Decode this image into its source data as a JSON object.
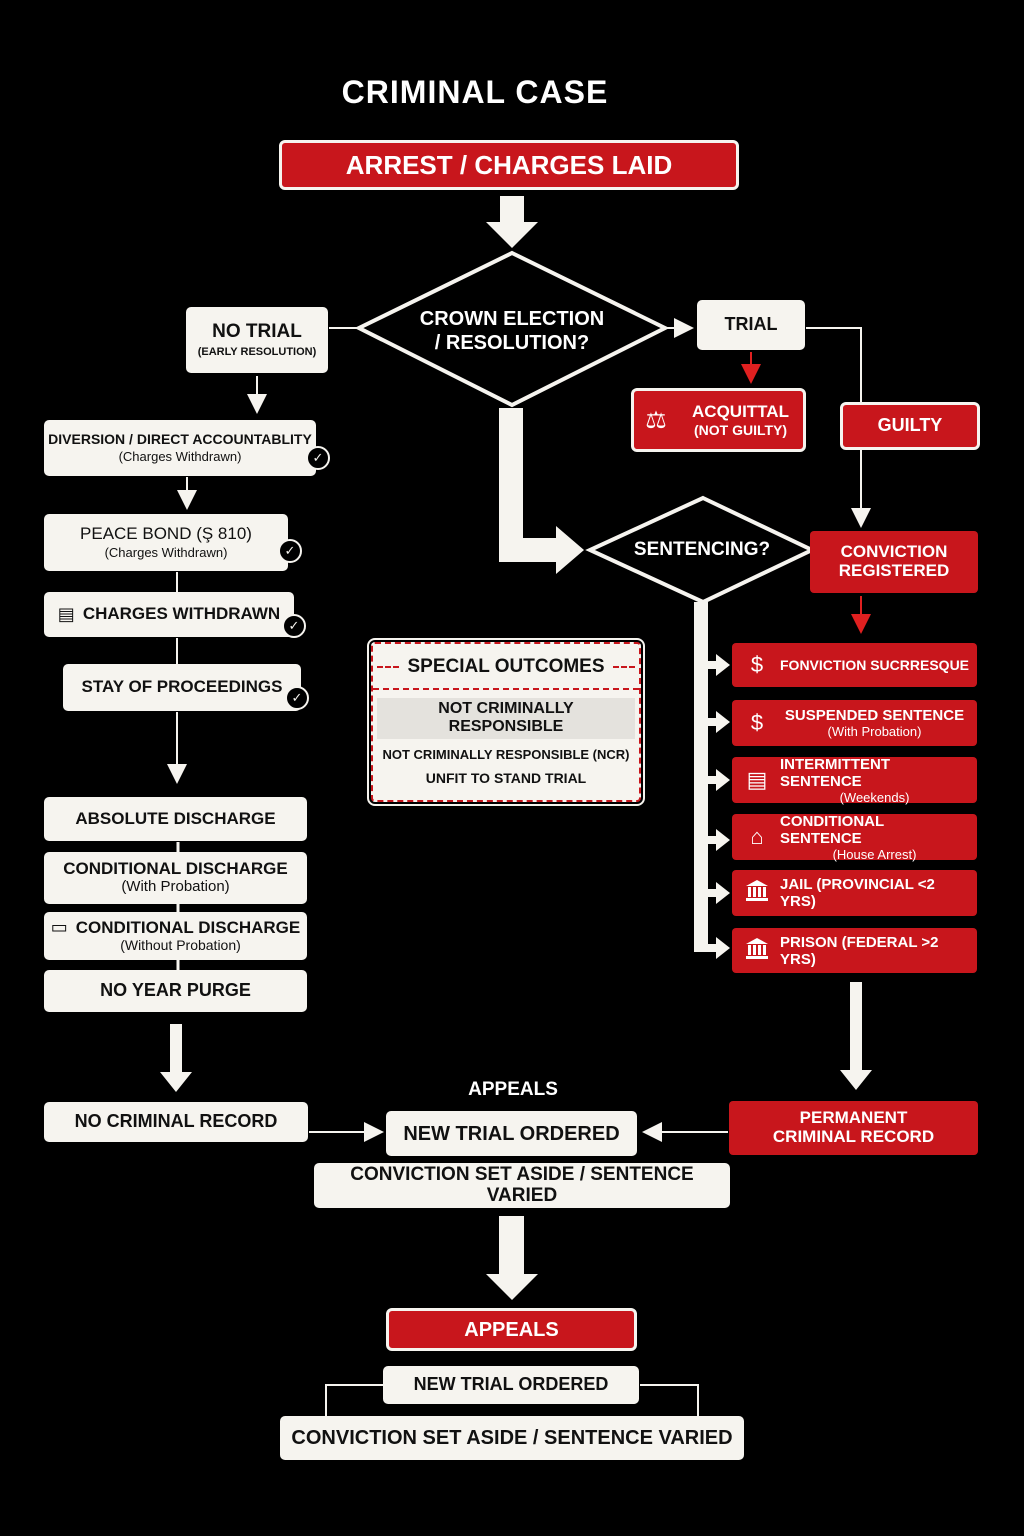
{
  "title": "CRIMINAL CASE",
  "arrest": "ARREST / CHARGES LAID",
  "crown_decision": {
    "line1": "CROWN ELECTION",
    "line2": "/ RESOLUTION?"
  },
  "no_trial": {
    "label": "NO TRIAL",
    "sub": "(EARLY RESOLUTION)"
  },
  "trial": "TRIAL",
  "acquittal": {
    "label": "ACQUITTAL",
    "sub": "(NOT GUILTY)"
  },
  "guilty": "GUILTY",
  "diversion": {
    "label": "DIVERSION / DIRECT ACCOUNTABLITY",
    "sub": "(Charges Withdrawn)"
  },
  "peace_bond": {
    "label": "PEACE BOND (Ş 810)",
    "sub": "(Charges Withdrawn)"
  },
  "charges_withdrawn": "CHARGES WITHDRAWN",
  "stay": "STAY OF PROCEEDINGS",
  "sentencing": "SENTENCING?",
  "conviction": {
    "line1": "CONVICTION",
    "line2": "REGISTERED"
  },
  "special": {
    "header": "SPECIAL OUTCOMES",
    "ncr_heading": {
      "line1": "NOT CRIMINALLY",
      "line2": "RESPONSIBLE"
    },
    "line1": "NOT CRIMINALLY RESPONSIBLE (NCR)",
    "line2": "UNFIT TO STAND TRIAL"
  },
  "sentences": [
    {
      "icon": "dollar-icon",
      "glyph": "$",
      "label": "FONVICTION SUCRRESQUE",
      "sub": ""
    },
    {
      "icon": "dollar-icon",
      "glyph": "$",
      "label": "SUSPENDED SENTENCE",
      "sub": "(With Probation)"
    },
    {
      "icon": "document-icon",
      "glyph": "▤",
      "label": "INTERMITTENT SENTENCE",
      "sub": "(Weekends)"
    },
    {
      "icon": "house-icon",
      "glyph": "⌂",
      "label": "CONDITIONAL SENTENCE",
      "sub": "(House Arrest)"
    },
    {
      "icon": "courthouse-icon",
      "glyph": "🏛",
      "label": "JAIL (PROVINCIAL <2 YRS)",
      "sub": ""
    },
    {
      "icon": "courthouse-icon",
      "glyph": "🏛",
      "label": "PRISON (FEDERAL >2 YRS)",
      "sub": ""
    }
  ],
  "discharges": {
    "absolute": "ABSOLUTE DISCHARGE",
    "cond_with": {
      "label": "CONDITIONAL DISCHARGE",
      "sub": "(With Probation)"
    },
    "cond_without": {
      "label": "CONDITIONAL DISCHARGE",
      "sub": "(Without Probation)"
    },
    "purge": "NO YEAR PURGE"
  },
  "no_record": "NO CRIMINAL RECORD",
  "permanent": {
    "line1": "PERMANENT",
    "line2": "CRIMINAL RECORD"
  },
  "appeals_label": "APPEALS",
  "new_trial_1": "NEW TRIAL ORDERED",
  "set_aside_1": "CONVICTION SET ASIDE / SENTENCE VARIED",
  "appeals_box": "APPEALS",
  "new_trial_2": "NEW TRIAL ORDERED",
  "set_aside_2": "CONVICTION SET ASIDE / SENTENCE VARIED",
  "colors": {
    "red": "#c8161c",
    "cream": "#f6f4ef",
    "background": "#000000"
  }
}
